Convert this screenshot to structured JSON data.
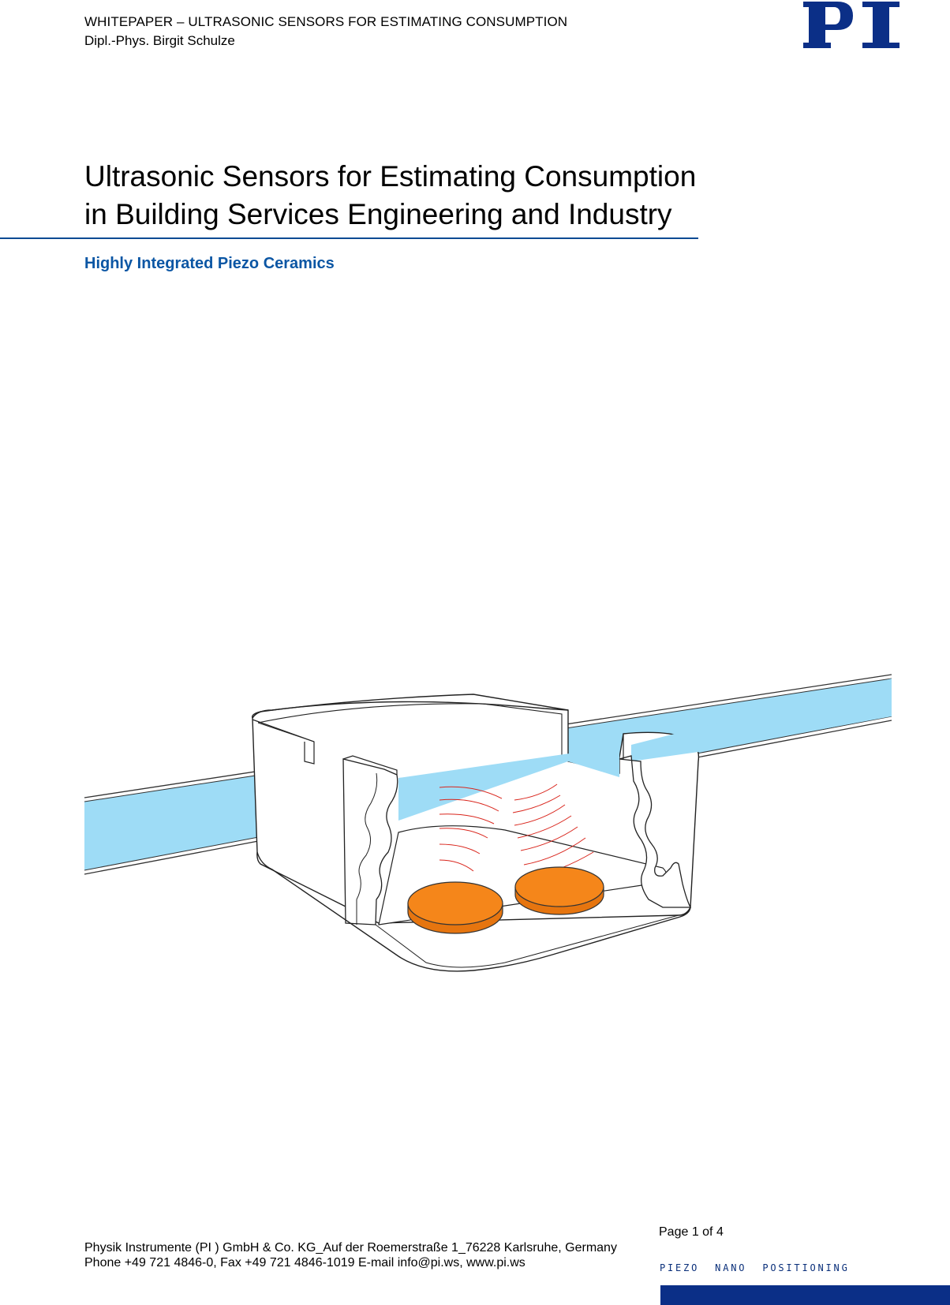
{
  "header": {
    "line1": "WHITEPAPER – ULTRASONIC SENSORS FOR ESTIMATING CONSUMPTION",
    "line2": "Dipl.-Phys. Birgit Schulze",
    "logo_text": "PI",
    "logo_color": "#0b2f87"
  },
  "document": {
    "title_line1": "Ultrasonic Sensors for Estimating Consumption",
    "title_line2": "in Building Services Engineering and Industry",
    "subtitle": "Highly Integrated Piezo Ceramics",
    "accent_color": "#0b56a4"
  },
  "illustration": {
    "water_color": "#9edcf6",
    "disc_color": "#f5861a",
    "wave_color": "#d9251c"
  },
  "footer": {
    "page": "Page 1 of 4",
    "address_line1": "Physik Instrumente (PI ) GmbH & Co. KG_Auf der Roemerstraße 1_76228 Karlsruhe, Germany",
    "address_line2": "Phone +49 721 4846-0, Fax +49 721 4846-1019 E-mail info@pi.ws, www.pi.ws",
    "tagline": "PIEZO  NANO  POSITIONING"
  }
}
